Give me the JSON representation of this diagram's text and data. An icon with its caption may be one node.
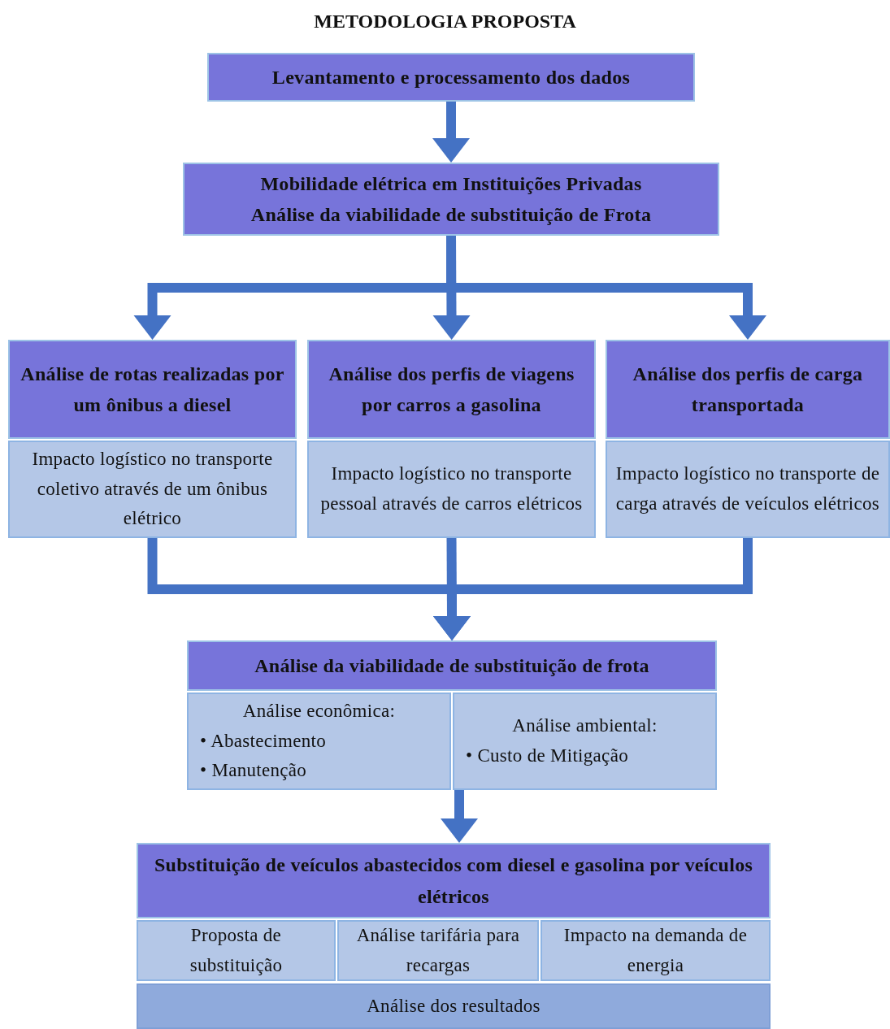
{
  "diagram": {
    "title": "METODOLOGIA PROPOSTA",
    "nodes": [
      {
        "text": [
          "Levantamento e processamento dos dados"
        ]
      },
      {
        "text": [
          "Mobilidade elétrica em Instituições Privadas",
          "Análise da viabilidade de substituição de Frota"
        ]
      },
      {
        "text": [
          "Análise de rotas realizadas por um ônibus a diesel"
        ]
      },
      {
        "text": [
          "Impacto logístico no transporte coletivo através de um ônibus elétrico"
        ]
      },
      {
        "text": [
          "Análise dos perfis de viagens por carros a gasolina"
        ]
      },
      {
        "text": [
          "Impacto logístico no transporte pessoal através de carros elétricos"
        ]
      },
      {
        "text": [
          "Análise dos perfis de carga transportada"
        ]
      },
      {
        "text": [
          "Impacto logístico no transporte de carga através de veículos elétricos"
        ]
      },
      {
        "text": [
          "Análise da viabilidade de substituição de frota"
        ]
      },
      {
        "text": [
          "Análise econômica:",
          "• Abastecimento",
          "• Manutenção"
        ]
      },
      {
        "text": [
          "Análise ambiental:",
          "• Custo de Mitigação"
        ]
      },
      {
        "text": [
          "Substituição de veículos abastecidos com diesel e gasolina por veículos elétricos"
        ]
      },
      {
        "text": [
          "Proposta de substituição"
        ]
      },
      {
        "text": [
          "Análise tarifária para recargas"
        ]
      },
      {
        "text": [
          "Impacto na demanda de energia"
        ]
      },
      {
        "text": [
          "Análise dos resultados"
        ]
      }
    ],
    "edges": [
      {
        "from": 0,
        "to": 1,
        "arrow": "to"
      },
      {
        "from": 1,
        "to": 2,
        "arrow": "to"
      },
      {
        "from": 1,
        "to": 4,
        "arrow": "to"
      },
      {
        "from": 1,
        "to": 6,
        "arrow": "to"
      },
      {
        "from": 3,
        "to": 8,
        "arrow": "to"
      },
      {
        "from": 5,
        "to": 8,
        "arrow": "to"
      },
      {
        "from": 7,
        "to": 8,
        "arrow": "to"
      },
      {
        "from": 10,
        "to": 11,
        "arrow": "to"
      }
    ]
  }
}
